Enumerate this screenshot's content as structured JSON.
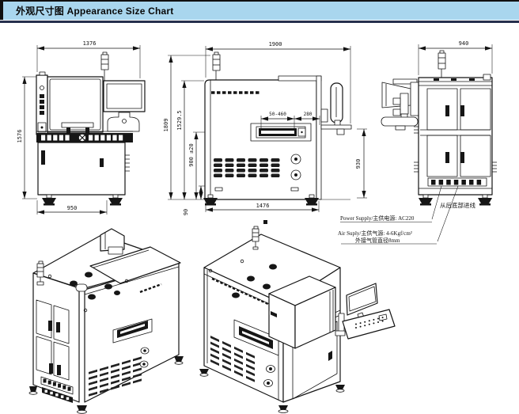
{
  "header": {
    "title": "外观尺寸图 Appearance Size Chart"
  },
  "drawing": {
    "left_view": {
      "dim_width_top": "1376",
      "dim_height": "1576",
      "dim_width_bottom": "950"
    },
    "front_view": {
      "dim_width_top": "1900",
      "dim_height_total": "1809",
      "dim_height_body": "1529.5",
      "dim_height_conveyor": "900 ±20",
      "dim_foot": "90",
      "dim_width_feet": "1476",
      "dim_rail_width": "50-460",
      "dim_rail_offset": "280",
      "dim_height_table": "930"
    },
    "side_view": {
      "dim_depth_top": "940"
    },
    "notes": {
      "power": "Power Supply/主供电源: AC220",
      "air1": "Air Suply/主供气源: 4-6Kgf/cm²",
      "air2": "外接气管直径8mm",
      "cable": "从后底部进线"
    }
  }
}
